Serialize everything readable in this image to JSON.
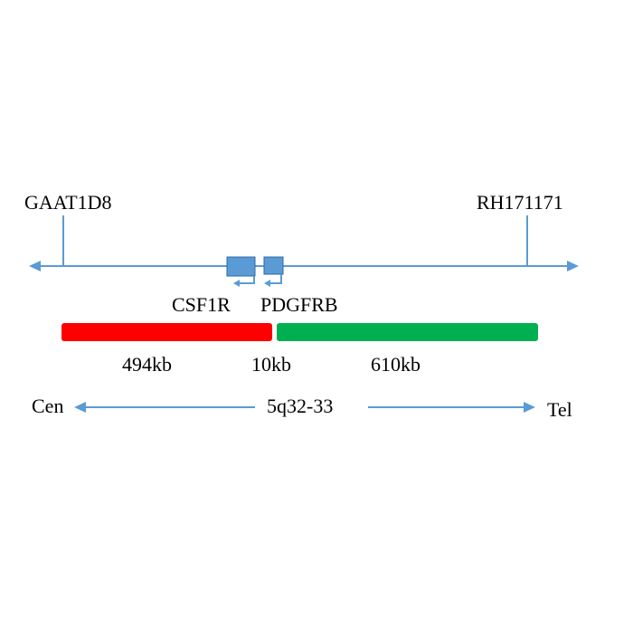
{
  "markers": {
    "left": "GAAT1D8",
    "right": "RH171171"
  },
  "genes": {
    "left": "CSF1R",
    "right": "PDGFRB"
  },
  "segments": {
    "left_size": "494kb",
    "gap_size": "10kb",
    "right_size": "610kb"
  },
  "orientation": {
    "left": "Cen",
    "center": "5q32-33",
    "right": "Tel"
  },
  "colors": {
    "axis": "#5b9bd5",
    "gene_box_fill": "#5b9bd5",
    "gene_box_stroke": "#2e6aa6",
    "left_segment": "#ff0000",
    "right_segment": "#00b050",
    "text": "#000000"
  }
}
